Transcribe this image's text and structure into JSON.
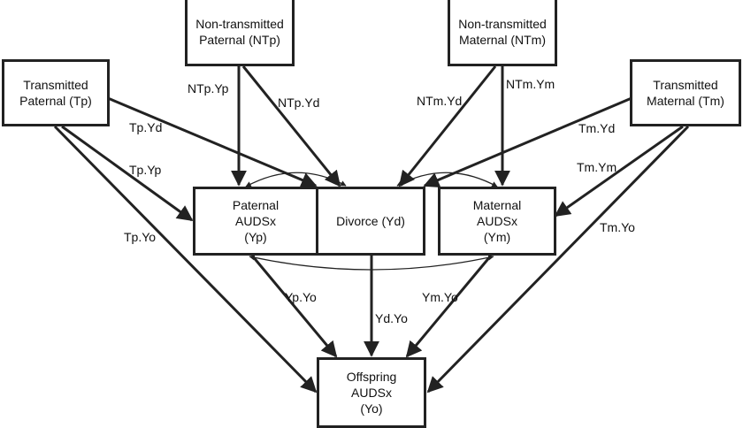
{
  "nodes": {
    "ntp": {
      "lines": [
        "Non-transmitted",
        "Paternal (NTp)"
      ]
    },
    "ntm": {
      "lines": [
        "Non-transmitted",
        "Maternal (NTm)"
      ]
    },
    "tp": {
      "lines": [
        "Transmitted",
        "Paternal (Tp)"
      ]
    },
    "tm": {
      "lines": [
        "Transmitted",
        "Maternal (Tm)"
      ]
    },
    "yp": {
      "lines": [
        "Paternal",
        "AUDSx",
        "(Yp)"
      ]
    },
    "yd": {
      "lines": [
        "Divorce (Yd)"
      ]
    },
    "ym": {
      "lines": [
        "Maternal",
        "AUDSx",
        "(Ym)"
      ]
    },
    "yo": {
      "lines": [
        "Offspring",
        "AUDSx",
        "(Yo)"
      ]
    }
  },
  "paths": {
    "ntp_yp": "NTp.Yp",
    "ntp_yd": "NTp.Yd",
    "ntm_yd": "NTm.Yd",
    "ntm_ym": "NTm.Ym",
    "tp_yd": "Tp.Yd",
    "tp_yp": "Tp.Yp",
    "tp_yo": "Tp.Yo",
    "tm_yd": "Tm.Yd",
    "tm_ym": "Tm.Ym",
    "tm_yo": "Tm.Yo",
    "yp_yo": "Yp.Yo",
    "yd_yo": "Yd.Yo",
    "ym_yo": "Ym.Yo"
  },
  "colors": {
    "stroke": "#222222",
    "background": "#ffffff"
  }
}
